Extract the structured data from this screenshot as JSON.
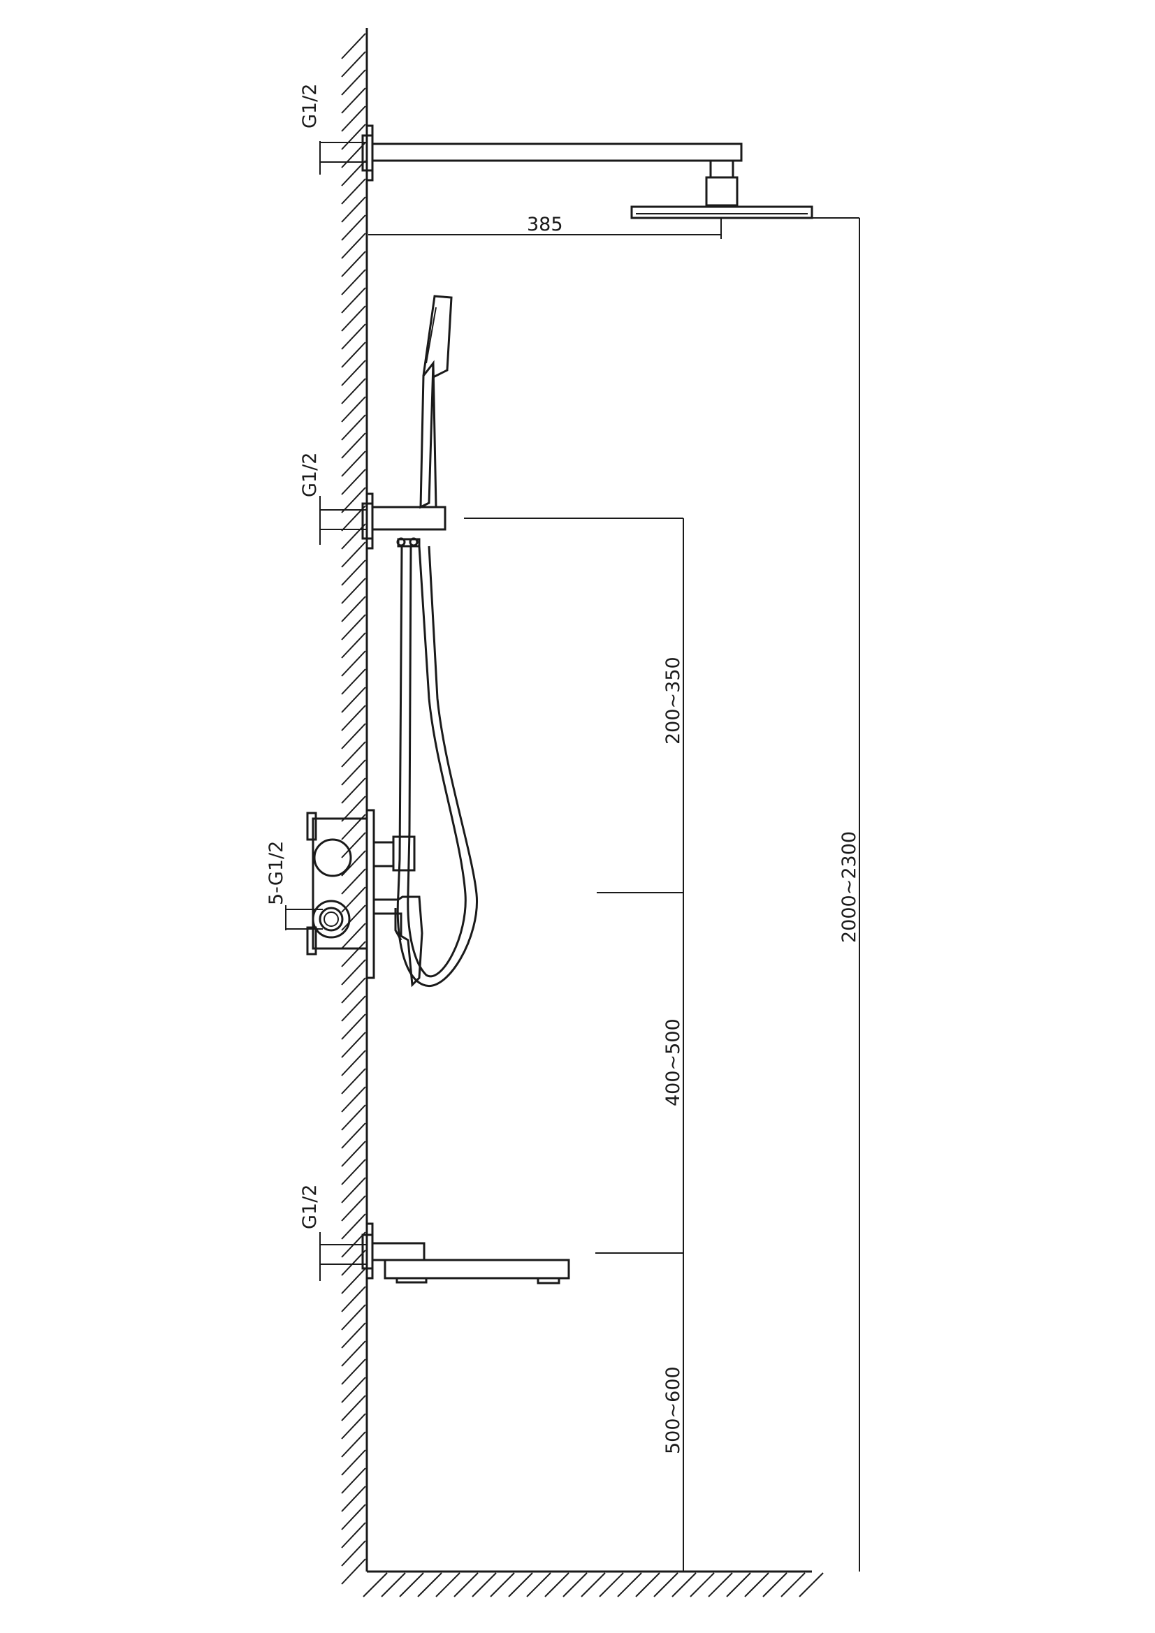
{
  "drawing": {
    "connections": {
      "shower_arm_thread": "G1/2",
      "hand_shower_outlet_thread": "G1/2",
      "valve_body_threads": "5-G1/2",
      "spout_thread": "G1/2"
    },
    "dimensions": {
      "shower_arm_projection": "385",
      "hand_shower_to_valve": "200~350",
      "valve_to_spout": "400~500",
      "spout_to_floor": "500~600",
      "head_to_floor": "2000~2300"
    }
  }
}
